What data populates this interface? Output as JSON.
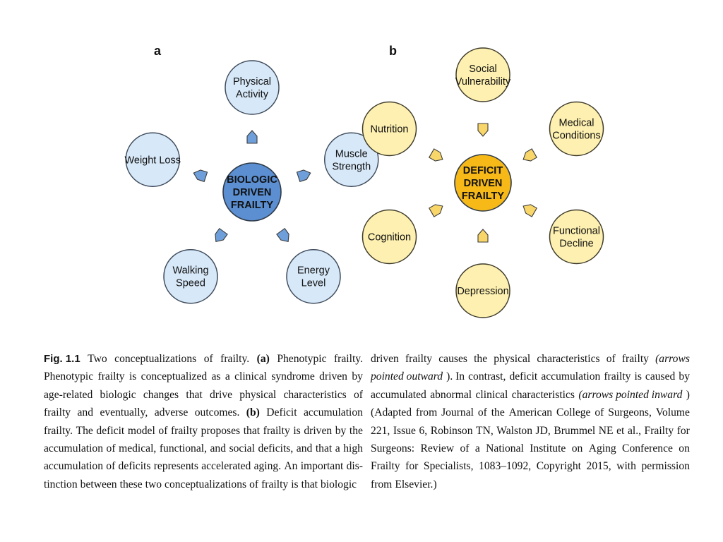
{
  "panel_a": {
    "label": "a",
    "center": [
      "BIOLOGIC",
      "DRIVEN",
      "FRAILTY"
    ],
    "nodes": [
      [
        "Physical",
        "Activity"
      ],
      [
        "Muscle",
        "Strength"
      ],
      [
        "Energy",
        "Level"
      ],
      [
        "Walking",
        "Speed"
      ],
      [
        "Weight Loss"
      ]
    ],
    "colors": {
      "node_fill": "#d7e8f8",
      "node_stroke": "#3d4a5a",
      "center_fill": "#5b8fd2",
      "arrow_fill": "#6f9fda"
    }
  },
  "panel_b": {
    "label": "b",
    "center": [
      "DEFICIT",
      "DRIVEN",
      "FRAILTY"
    ],
    "nodes": [
      [
        "Social",
        "Vulnerability"
      ],
      [
        "Medical",
        "Conditions"
      ],
      [
        "Functional",
        "Decline"
      ],
      [
        "Depression"
      ],
      [
        "Cognition"
      ],
      [
        "Nutrition"
      ]
    ],
    "colors": {
      "node_fill": "#fdf0b0",
      "node_stroke": "#3d3a2a",
      "center_fill": "#f6b918",
      "arrow_fill": "#f8d66a"
    }
  },
  "caption": {
    "left": [
      [
        {
          "t": "Fig. 1.1",
          "c": "fig-label"
        },
        {
          "t": "Two"
        },
        {
          "t": "conceptualizations"
        },
        {
          "t": "of"
        },
        {
          "t": "frailty."
        },
        {
          "t": "(a)",
          "c": "bold"
        },
        {
          "t": "Phenotypic"
        },
        {
          "t": "frailty."
        }
      ],
      [
        {
          "t": "Phenotypic"
        },
        {
          "t": "frailty"
        },
        {
          "t": "is"
        },
        {
          "t": "conceptualized"
        },
        {
          "t": "as"
        },
        {
          "t": "a"
        },
        {
          "t": "clinical"
        },
        {
          "t": "syndrome"
        },
        {
          "t": "driven"
        },
        {
          "t": "by"
        }
      ],
      [
        {
          "t": "age-related"
        },
        {
          "t": "biologic"
        },
        {
          "t": "changes"
        },
        {
          "t": "that"
        },
        {
          "t": "drive"
        },
        {
          "t": "physical"
        },
        {
          "t": "characteristics"
        },
        {
          "t": "of"
        }
      ],
      [
        {
          "t": "frailty"
        },
        {
          "t": "and"
        },
        {
          "t": "eventually,"
        },
        {
          "t": "adverse"
        },
        {
          "t": "outcomes."
        },
        {
          "t": "(b)",
          "c": "bold"
        },
        {
          "t": "Deficit"
        },
        {
          "t": "accumulation"
        }
      ],
      [
        {
          "t": "frailty."
        },
        {
          "t": "The"
        },
        {
          "t": "deficit"
        },
        {
          "t": "model"
        },
        {
          "t": "of"
        },
        {
          "t": "frailty"
        },
        {
          "t": "proposes"
        },
        {
          "t": "that"
        },
        {
          "t": "frailty"
        },
        {
          "t": "is"
        },
        {
          "t": "driven"
        },
        {
          "t": "by"
        },
        {
          "t": "the"
        }
      ],
      [
        {
          "t": "accumulation"
        },
        {
          "t": "of"
        },
        {
          "t": "medical,"
        },
        {
          "t": "functional,"
        },
        {
          "t": "and"
        },
        {
          "t": "social"
        },
        {
          "t": "deficits,"
        },
        {
          "t": "and"
        },
        {
          "t": "that"
        },
        {
          "t": "a"
        },
        {
          "t": "high"
        }
      ],
      [
        {
          "t": "accumulation"
        },
        {
          "t": "of"
        },
        {
          "t": "deficits"
        },
        {
          "t": "represents"
        },
        {
          "t": "accelerated"
        },
        {
          "t": "aging."
        },
        {
          "t": "An"
        },
        {
          "t": "important"
        },
        {
          "t": "dis-"
        }
      ],
      [
        {
          "t": "tinction"
        },
        {
          "t": "between"
        },
        {
          "t": "these"
        },
        {
          "t": "two"
        },
        {
          "t": "conceptualizations"
        },
        {
          "t": "of"
        },
        {
          "t": "frailty"
        },
        {
          "t": "is"
        },
        {
          "t": "that"
        },
        {
          "t": "biologic"
        }
      ]
    ],
    "right": [
      [
        {
          "t": "driven"
        },
        {
          "t": "frailty"
        },
        {
          "t": "causes"
        },
        {
          "t": "the"
        },
        {
          "t": "physical"
        },
        {
          "t": "characteristics"
        },
        {
          "t": "of"
        },
        {
          "t": "frailty"
        },
        {
          "t": "(arrows",
          "c": "ital"
        }
      ],
      [
        {
          "t": "pointed outward",
          "c": "ital"
        },
        {
          "t": "). In"
        },
        {
          "t": "contrast,"
        },
        {
          "t": "deficit"
        },
        {
          "t": "accumulation"
        },
        {
          "t": "frailty"
        },
        {
          "t": "is"
        },
        {
          "t": "caused"
        },
        {
          "t": "by"
        }
      ],
      [
        {
          "t": "accumulated"
        },
        {
          "t": "abnormal"
        },
        {
          "t": "clinical"
        },
        {
          "t": "characteristics"
        },
        {
          "t": "(arrows pointed inward",
          "c": "ital"
        },
        {
          "t": ")"
        }
      ],
      [
        {
          "t": "(Adapted"
        },
        {
          "t": "from"
        },
        {
          "t": "Journal"
        },
        {
          "t": "of"
        },
        {
          "t": "the"
        },
        {
          "t": "American"
        },
        {
          "t": "College"
        },
        {
          "t": "of"
        },
        {
          "t": "Surgeons,"
        },
        {
          "t": "Volume"
        }
      ],
      [
        {
          "t": "221,"
        },
        {
          "t": "Issue"
        },
        {
          "t": "6,"
        },
        {
          "t": "Robinson"
        },
        {
          "t": "TN,"
        },
        {
          "t": "Walston"
        },
        {
          "t": "JD,"
        },
        {
          "t": "Brummel"
        },
        {
          "t": "NE"
        },
        {
          "t": "et"
        },
        {
          "t": "al.,"
        },
        {
          "t": "Frailty"
        },
        {
          "t": "for"
        }
      ],
      [
        {
          "t": "Surgeons:"
        },
        {
          "t": "Review"
        },
        {
          "t": "of"
        },
        {
          "t": "a"
        },
        {
          "t": "National"
        },
        {
          "t": "Institute"
        },
        {
          "t": "on"
        },
        {
          "t": "Aging"
        },
        {
          "t": "Conference"
        },
        {
          "t": "on"
        }
      ],
      [
        {
          "t": "Frailty"
        },
        {
          "t": "for"
        },
        {
          "t": "Specialists,"
        },
        {
          "t": "1083–1092,"
        },
        {
          "t": "Copyright"
        },
        {
          "t": "2015,"
        },
        {
          "t": "with"
        },
        {
          "t": "permission"
        }
      ],
      [
        {
          "t": "from"
        },
        {
          "t": "Elsevier.)"
        }
      ]
    ]
  }
}
